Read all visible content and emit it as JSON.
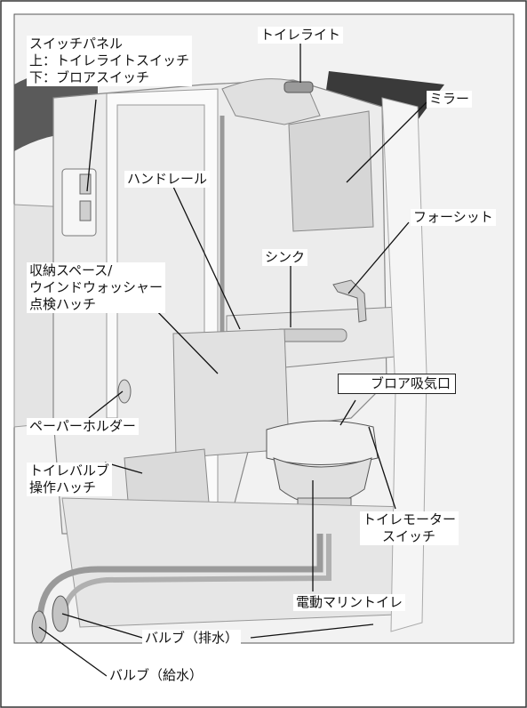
{
  "labels": {
    "switch_panel": "スイッチパネル",
    "switch_upper": "上：トイレライトスイッチ",
    "switch_lower": "下：ブロアスイッチ",
    "toilet_light": "トイレライト",
    "mirror": "ミラー",
    "handrail": "ハンドレール",
    "faucet": "フォーシット",
    "sink": "シンク",
    "storage_1": "収納スペース/",
    "storage_2": "ウインドウォッシャー",
    "storage_3": "点検ハッチ",
    "blower_intake": "ブロア吸気口",
    "paper_holder": "ペーパーホルダー",
    "toilet_valve_1": "トイレバルブ",
    "toilet_valve_2": "操作ハッチ",
    "toilet_motor_1": "トイレモーター",
    "toilet_motor_2": "スイッチ",
    "electric_toilet": "電動マリントイレ",
    "valve_drain": "バルブ（排水）",
    "valve_supply": "バルブ（給水）"
  }
}
